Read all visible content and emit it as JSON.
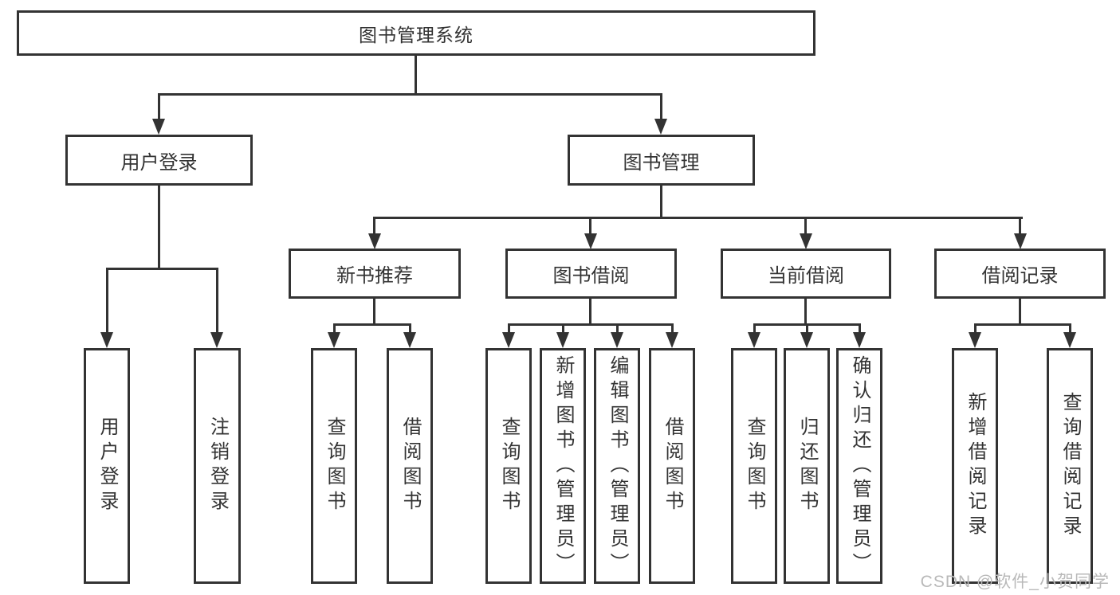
{
  "root": {
    "label": "图书管理系统"
  },
  "branches": [
    {
      "label": "用户登录",
      "children": [
        {
          "label": "用户登录"
        },
        {
          "label": "注销登录"
        }
      ]
    },
    {
      "label": "图书管理",
      "children": [
        {
          "label": "新书推荐",
          "children": [
            {
              "label": "查询图书"
            },
            {
              "label": "借阅图书"
            }
          ]
        },
        {
          "label": "图书借阅",
          "children": [
            {
              "label": "查询图书"
            },
            {
              "label": "新增图书（管理员）"
            },
            {
              "label": "编辑图书（管理员）"
            },
            {
              "label": "借阅图书"
            }
          ]
        },
        {
          "label": "当前借阅",
          "children": [
            {
              "label": "查询图书"
            },
            {
              "label": "归还图书"
            },
            {
              "label": "确认归还（管理员）"
            }
          ]
        },
        {
          "label": "借阅记录",
          "children": [
            {
              "label": "新增借阅记录"
            },
            {
              "label": "查询借阅记录"
            }
          ]
        }
      ]
    }
  ],
  "watermark": {
    "text": "CSDN @软件_小贺同学"
  },
  "colors": {
    "line": "#333333",
    "text": "#333333",
    "background": "#ffffff",
    "watermark": "#b9b9b9"
  }
}
